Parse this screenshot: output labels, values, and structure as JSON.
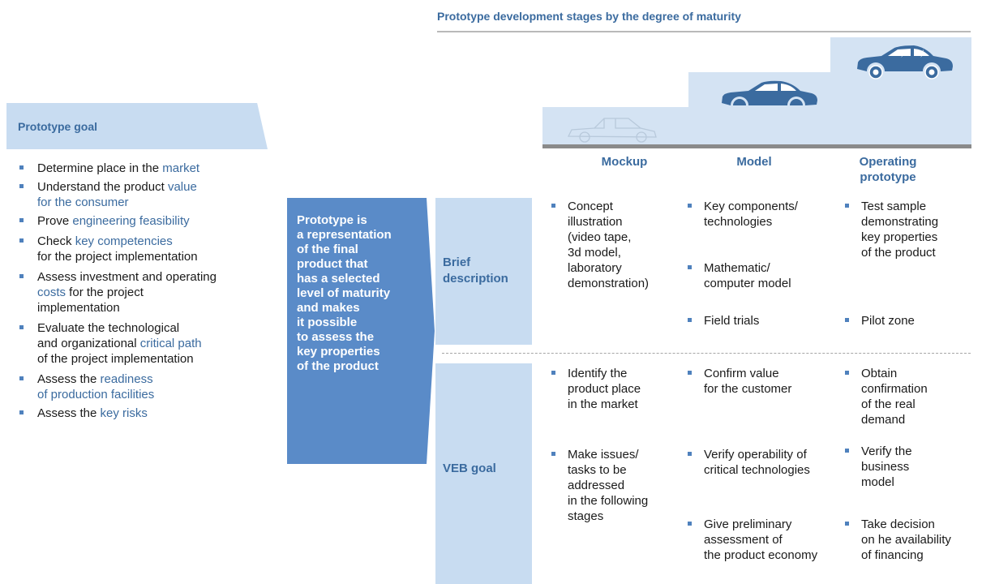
{
  "header": {
    "title": "Prototype development stages by the degree of maturity"
  },
  "goal": {
    "title": "Prototype goal",
    "items": [
      {
        "pre": "Determine place in the ",
        "hl": "market",
        "post": ""
      },
      {
        "pre": "Understand the product ",
        "hl": "value\nfor the consumer",
        "post": ""
      },
      {
        "pre": "Prove ",
        "hl": "engineering feasibility",
        "post": ""
      },
      {
        "pre": "Check ",
        "hl": "key competencies",
        "post": "\nfor the project implementation"
      },
      {
        "pre": "Assess investment and operating\n",
        "hl": "costs",
        "post": " for the project\nimplementation"
      },
      {
        "pre": "Evaluate the technological\nand organizational ",
        "hl": "critical path",
        "post": "\nof the project implementation"
      },
      {
        "pre": "Assess the ",
        "hl": "readiness\nof production facilities",
        "post": ""
      },
      {
        "pre": "Assess the ",
        "hl": "key risks",
        "post": ""
      }
    ]
  },
  "center": {
    "text": "Prototype is\na representation\nof the final\nproduct that\nhas a selected\nlevel of maturity\nand makes\nit possible\nto assess the\nkey properties\nof the product"
  },
  "columns": {
    "mockup": "Mockup",
    "model": "Model",
    "operating": "Operating\nprototype"
  },
  "rows": {
    "brief": "Brief\ndescription",
    "veb": "VEB goal"
  },
  "brief": {
    "mockup": [
      "Concept\nillustration\n(video tape,\n3d model,\nlaboratory\ndemonstration)"
    ],
    "model": [
      "Key components/\ntechnologies",
      "Mathematic/\ncomputer model",
      "Field trials"
    ],
    "operating": [
      "Test sample\ndemonstrating\nkey properties\nof the product",
      "Pilot zone"
    ]
  },
  "veb": {
    "mockup": [
      "Identify the\nproduct place\nin the market",
      "Make issues/\ntasks to be\naddressed\nin the following\nstages"
    ],
    "model": [
      "Confirm value\nfor the customer",
      "Verify operability of\ncritical technologies",
      "Give preliminary\nassessment of\nthe product economy"
    ],
    "operating": [
      "Obtain\nconfirmation\nof the real\ndemand",
      "Verify the\nbusiness\nmodel",
      "Take decision\non  he availability\nof financing"
    ]
  },
  "colors": {
    "accent": "#3b6b9f",
    "center_box": "#5a8bc8",
    "label_bg": "#c8dcf1",
    "step_bg": "#d4e3f3",
    "car": "#3b6b9f"
  },
  "icons": {
    "mockup": "car-frame-icon",
    "model": "car-model-icon",
    "operating": "electric-car-icon"
  }
}
